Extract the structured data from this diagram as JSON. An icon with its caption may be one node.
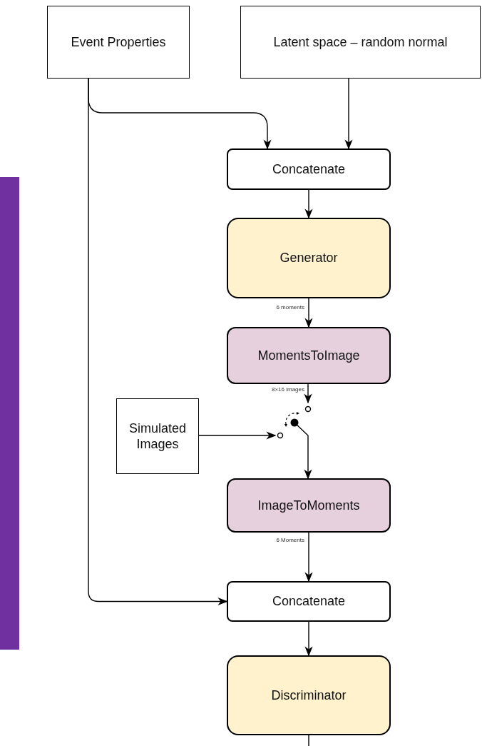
{
  "diagram": {
    "nodes": [
      {
        "text": [
          "Event Properties"
        ]
      },
      {
        "text": [
          "Latent space – random normal"
        ]
      },
      {
        "text": [
          "Concatenate"
        ]
      },
      {
        "text": [
          "Generator"
        ]
      },
      {
        "text": [
          "MomentsToImage"
        ]
      },
      {
        "text": [
          "Simulated Images"
        ]
      },
      {
        "text": [],
        "shape": "switch"
      },
      {
        "text": [
          "ImageToMoments"
        ]
      },
      {
        "text": [
          "Concatenate"
        ]
      },
      {
        "text": [
          "Discriminator"
        ]
      },
      {
        "text": [],
        "shape": "bar"
      }
    ],
    "edges": [
      {
        "from": 0,
        "to": 2,
        "arrow": "to"
      },
      {
        "from": 1,
        "to": 2,
        "arrow": "to"
      },
      {
        "from": 2,
        "to": 3,
        "arrow": "to"
      },
      {
        "from": 3,
        "to": 4,
        "arrow": "to",
        "label": "6 moments"
      },
      {
        "from": 4,
        "to": 6,
        "arrow": "to",
        "label": "8×16 images"
      },
      {
        "from": 5,
        "to": 6,
        "arrow": "to"
      },
      {
        "from": 6,
        "to": 7,
        "arrow": "to"
      },
      {
        "from": 7,
        "to": 8,
        "arrow": "to",
        "label": "6 Moments"
      },
      {
        "from": 0,
        "to": 8,
        "arrow": "to"
      },
      {
        "from": 8,
        "to": 9,
        "arrow": "to"
      },
      {
        "from": 9,
        "to": null,
        "arrow": "none"
      }
    ]
  }
}
